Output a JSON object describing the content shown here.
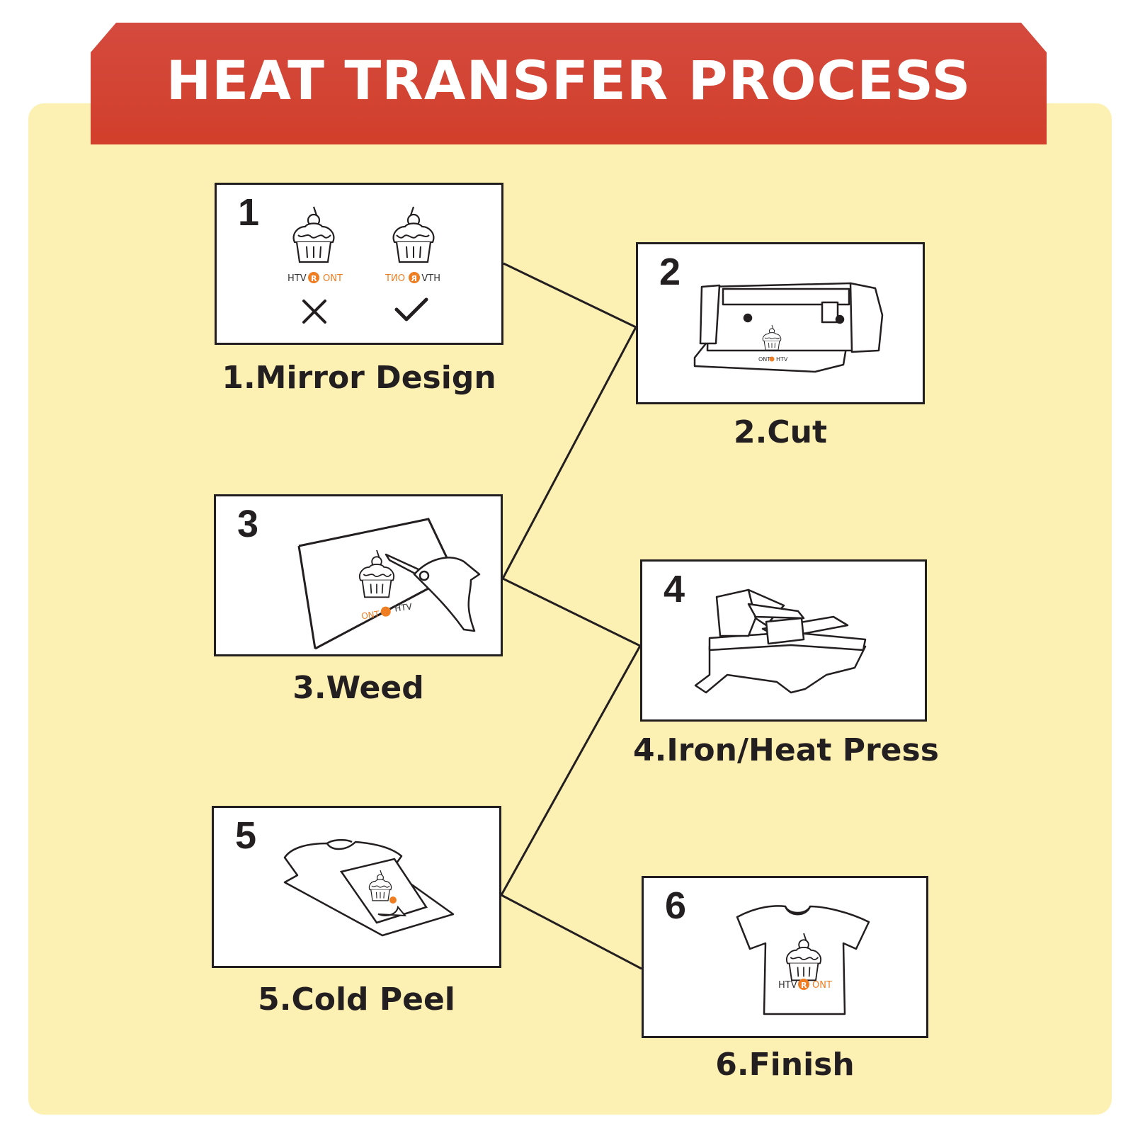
{
  "title": "HEAT TRANSFER PROCESS",
  "colors": {
    "banner": "#d23f2b",
    "panel": "#fdf0b3",
    "ink": "#231f20",
    "logo_accent": "#ef7d22"
  },
  "brand": {
    "left": "HTV",
    "right": "ONT",
    "mark": "R"
  },
  "steps": [
    {
      "number": "1",
      "label": "1.Mirror Design",
      "icon": "mirrored-cupcake-logos-icon"
    },
    {
      "number": "2",
      "label": "2.Cut",
      "icon": "vinyl-cutter-icon"
    },
    {
      "number": "3",
      "label": "3.Weed",
      "icon": "weeding-hand-icon"
    },
    {
      "number": "4",
      "label": "4.Iron/Heat Press",
      "icon": "heat-press-icon"
    },
    {
      "number": "5",
      "label": "5.Cold Peel",
      "icon": "shirt-peel-icon"
    },
    {
      "number": "6",
      "label": "6.Finish",
      "icon": "finished-shirt-icon"
    }
  ]
}
